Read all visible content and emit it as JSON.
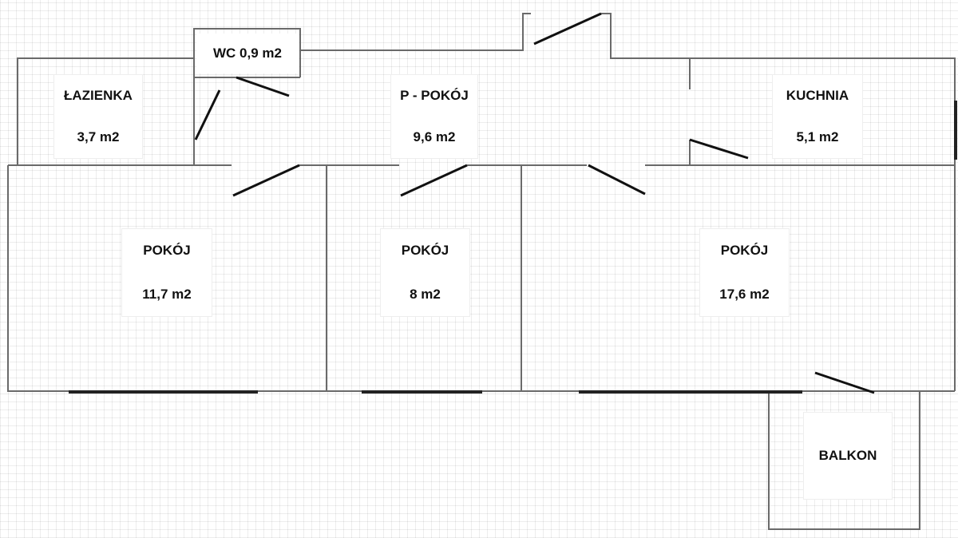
{
  "rooms": [
    {
      "name": "ŁAZIENKA",
      "area": "3,7 m2"
    },
    {
      "name": "WC",
      "area": "0,9 m2",
      "label": "WC 0,9 m2"
    },
    {
      "name": "P - POKÓJ",
      "area": "9,6 m2"
    },
    {
      "name": "KUCHNIA",
      "area": "5,1 m2"
    },
    {
      "name": "POKÓJ",
      "area": "11,7 m2"
    },
    {
      "name": "POKÓJ",
      "area": "8 m2"
    },
    {
      "name": "POKÓJ",
      "area": "17,6 m2"
    },
    {
      "name": "BALKON"
    }
  ]
}
